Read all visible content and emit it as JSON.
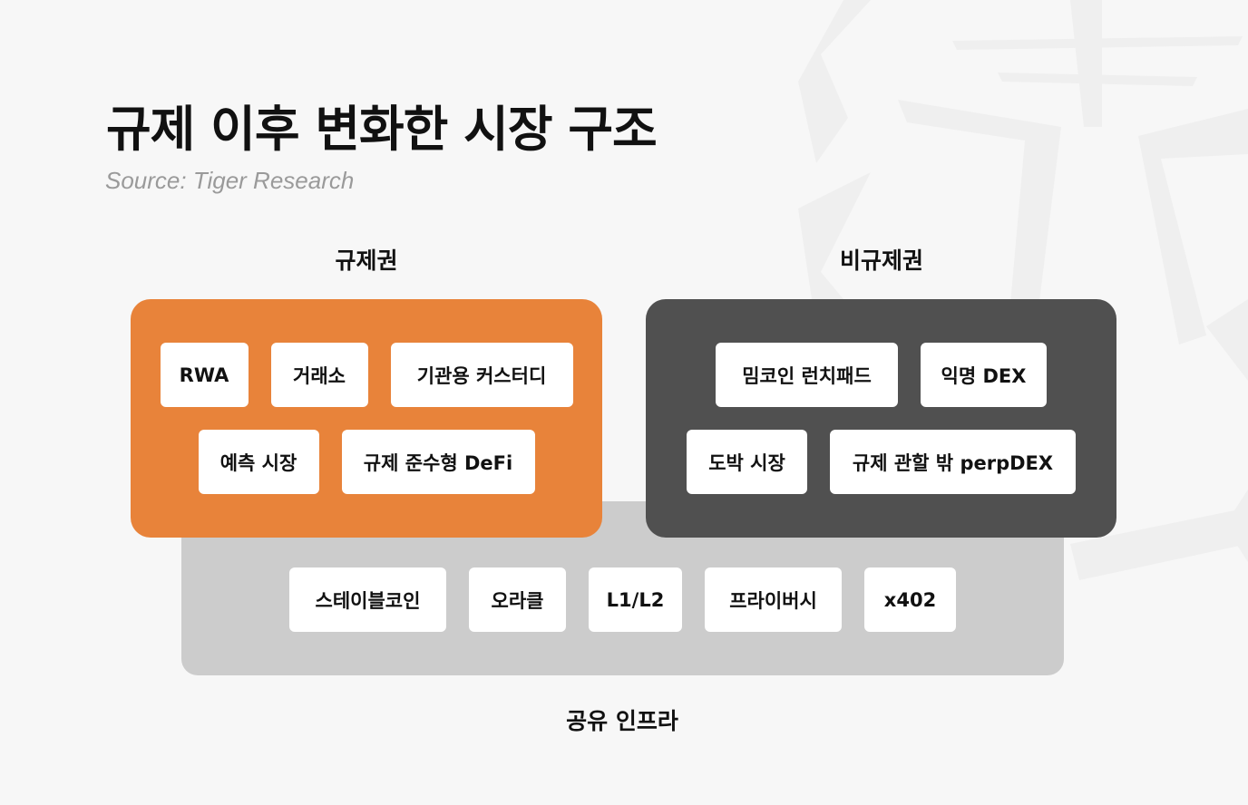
{
  "title": "규제 이후 변화한 시장 구조",
  "source": "Source: Tiger Research",
  "regulated": {
    "label": "규제권",
    "color": "#e8833a",
    "items": [
      "RWA",
      "거래소",
      "기관용 커스터디",
      "예측 시장",
      "규제 준수형 DeFi"
    ]
  },
  "unregulated": {
    "label": "비규제권",
    "color": "#505050",
    "items": [
      "밈코인 런치패드",
      "익명 DEX",
      "도박 시장",
      "규제 관할 밖 perpDEX"
    ]
  },
  "shared": {
    "label": "공유 인프라",
    "color": "#cccccc",
    "items": [
      "스테이블코인",
      "오라클",
      "L1/L2",
      "프라이버시",
      "x402"
    ]
  }
}
